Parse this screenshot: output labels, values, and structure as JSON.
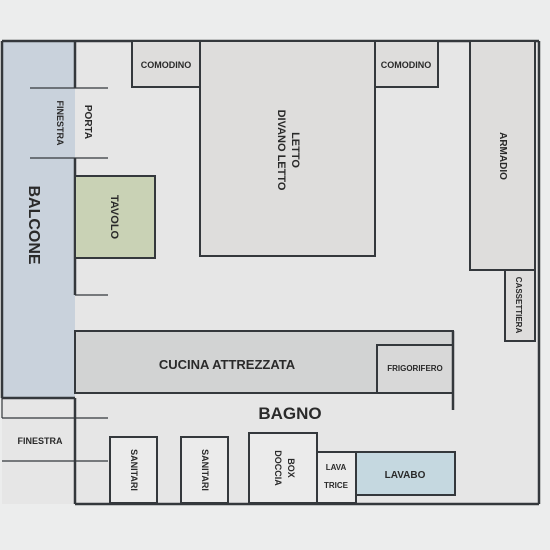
{
  "plan": {
    "labels": {
      "comodino_left": "COMODINO",
      "comodino_right": "COMODINO",
      "letto_line1": "LETTO",
      "letto_line2": "DIVANO LETTO",
      "armadio": "ARMADIO",
      "cassettiera": "CASSETTIERA",
      "porta": "PORTA",
      "finestra_top": "FINESTRA",
      "balcone": "BALCONE",
      "tavolo": "TAVOLO",
      "cucina": "CUCINA ATTREZZATA",
      "frigorifero": "FRIGORIFERO",
      "bagno": "BAGNO",
      "finestra_bottom": "FINESTRA",
      "sanitari_1": "SANITARI",
      "sanitari_2": "SANITARI",
      "box_line1": "BOX",
      "box_line2": "DOCCIA",
      "lava_line1": "LAVA",
      "lava_line2": "TRICE",
      "lavabo": "LAVABO"
    },
    "colors": {
      "wall": "#34383c",
      "floor": "#e6e6e6",
      "balcony": "#c9d2dc",
      "table": "#c9d2b5",
      "kitchen": "#d2d3d3",
      "lavabo": "#c5d8e0",
      "furniture": "#dedddc"
    }
  }
}
